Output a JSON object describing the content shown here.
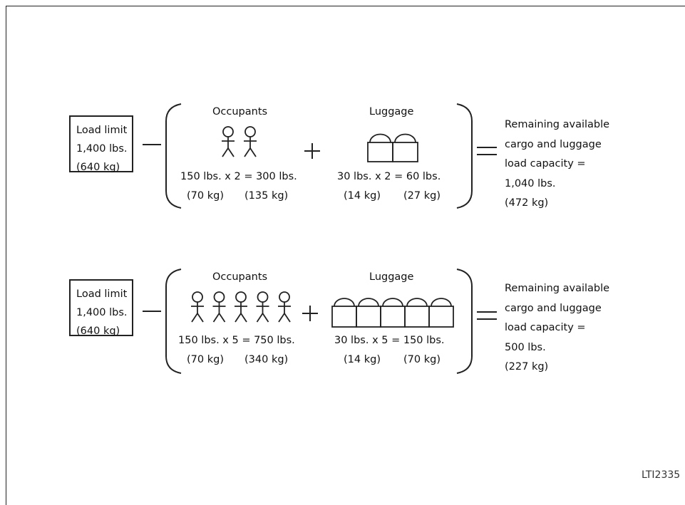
{
  "examples": [
    {
      "load_limit": [
        "Load limit",
        "1,400 lbs.",
        "(640 kg)"
      ],
      "occupants_header": "Occupants",
      "occupant_count": 2,
      "occupants_calc": "150 lbs. x 2 = 300 lbs.",
      "occupants_kg_each": "(70 kg)",
      "occupants_kg_total": "(135 kg)",
      "luggage_header": "Luggage",
      "luggage_count": 2,
      "luggage_calc": "30 lbs. x 2 = 60 lbs.",
      "luggage_kg_each": "(14 kg)",
      "luggage_kg_total": "(27 kg)",
      "remaining": [
        "Remaining available",
        "cargo and luggage",
        "load capacity =",
        "1,040 lbs.",
        "(472 kg)"
      ]
    },
    {
      "load_limit": [
        "Load limit",
        "1,400 lbs.",
        "(640 kg)"
      ],
      "occupants_header": "Occupants",
      "occupant_count": 5,
      "occupants_calc": "150 lbs. x 5 = 750 lbs.",
      "occupants_kg_each": "(70 kg)",
      "occupants_kg_total": "(340 kg)",
      "luggage_header": "Luggage",
      "luggage_count": 5,
      "luggage_calc": "30 lbs. x 5 = 150 lbs.",
      "luggage_kg_each": "(14 kg)",
      "luggage_kg_total": "(70 kg)",
      "remaining": [
        "Remaining available",
        "cargo and luggage",
        "load capacity =",
        "500 lbs.",
        "(227 kg)"
      ]
    }
  ],
  "figure_code": "LTI2335"
}
